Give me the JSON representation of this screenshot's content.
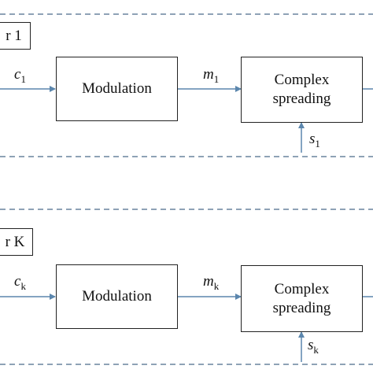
{
  "user_blocks": [
    {
      "label": "r 1",
      "input_symbol": "c",
      "input_sub": "1",
      "modulation_label": "Modulation",
      "mod_out_symbol": "m",
      "mod_out_sub": "1",
      "spreading_line1": "Complex",
      "spreading_line2": "spreading",
      "code_symbol": "s",
      "code_sub": "1"
    },
    {
      "label": "r K",
      "input_symbol": "c",
      "input_sub": "k",
      "modulation_label": "Modulation",
      "mod_out_symbol": "m",
      "mod_out_sub": "k",
      "spreading_line1": "Complex",
      "spreading_line2": "spreading",
      "code_symbol": "s",
      "code_sub": "k"
    }
  ],
  "colors": {
    "arrow": "#5b86ad",
    "dashed": "#4a6a8a",
    "box_border": "#222222"
  }
}
